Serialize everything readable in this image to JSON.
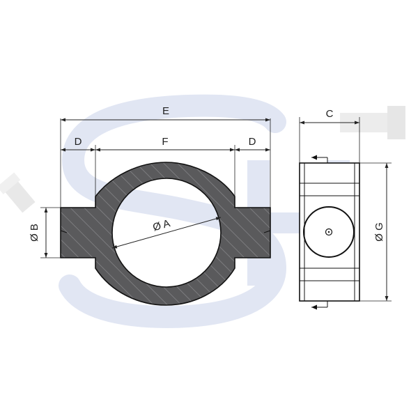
{
  "labels": {
    "E": "E",
    "F": "F",
    "D_left": "D",
    "D_right": "D",
    "C": "C",
    "A": "Ø A",
    "B": "Ø B",
    "G": "Ø G"
  },
  "colors": {
    "section_fill": "#5a5a5c",
    "hatch": "#7b7b7e",
    "line": "#111111",
    "watermark": "#c9d2ea"
  },
  "watermark_text": "SH"
}
